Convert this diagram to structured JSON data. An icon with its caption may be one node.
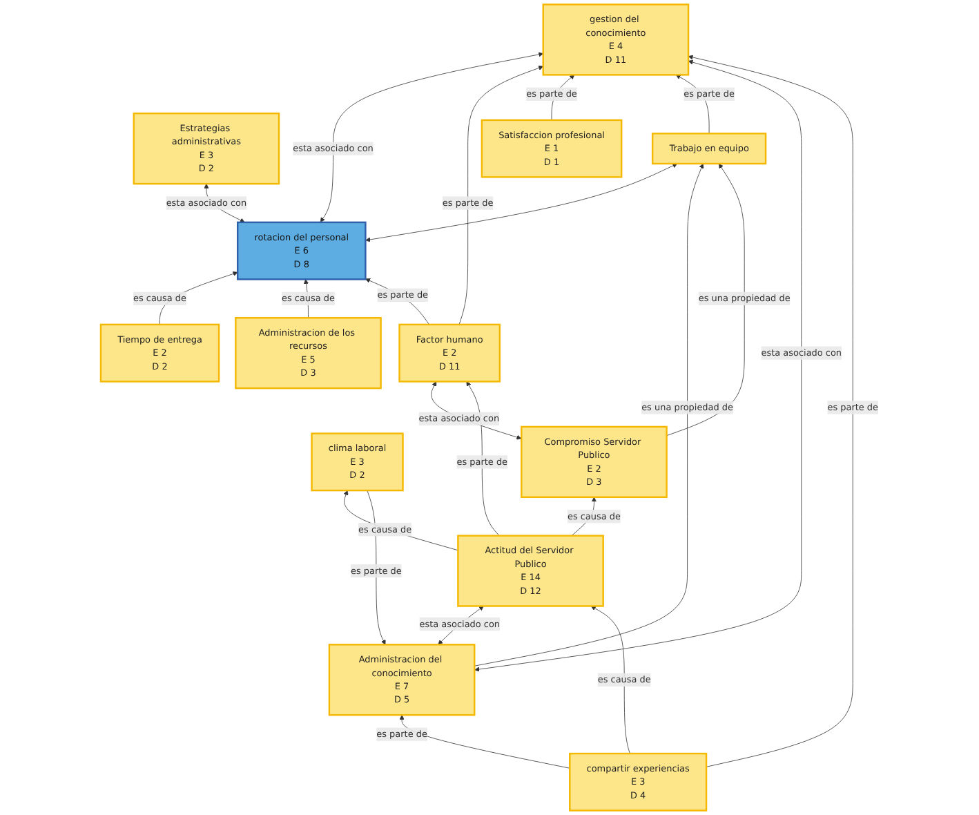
{
  "diagram": {
    "nodes": [
      {
        "text": [
          "rotacion del personal",
          "E 6",
          "D 8"
        ]
      },
      {
        "text": [
          "Tiempo de entrega",
          "E 2",
          "D 2"
        ]
      },
      {
        "text": [
          "Administracion de los recursos",
          "E 5",
          "D 3"
        ]
      },
      {
        "text": [
          "gestion del conocimiento",
          "E 4",
          "D 11"
        ]
      },
      {
        "text": [
          "Estrategias administrativas",
          "E 3",
          "D 2"
        ]
      },
      {
        "text": [
          "Satisfaccion profesional",
          "E 1",
          "D 1"
        ]
      },
      {
        "text": [
          "Trabajo en equipo"
        ]
      },
      {
        "text": [
          "Factor humano",
          "E 2",
          "D 11"
        ]
      },
      {
        "text": [
          "Administracion del conocimiento",
          "E 7",
          "D 5"
        ]
      },
      {
        "text": [
          "clima laboral",
          "E 3",
          "D 2"
        ]
      },
      {
        "text": [
          "Compromiso Servidor Publico",
          "E 2",
          "D 3"
        ]
      },
      {
        "text": [
          "Actitud del Servidor Publico",
          "E 14",
          "D 12"
        ]
      },
      {
        "text": [
          "compartir experiencias",
          "E 3",
          "D 4"
        ]
      }
    ],
    "edges": [
      {
        "from": 1,
        "to": 0,
        "arrow": "to",
        "label": "es causa de"
      },
      {
        "from": 2,
        "to": 0,
        "arrow": "to",
        "label": "es causa de"
      },
      {
        "from": 0,
        "to": 3,
        "arrow": "both",
        "label": "esta asociado con"
      },
      {
        "from": 0,
        "to": 4,
        "arrow": "both",
        "label": "esta asociado con"
      },
      {
        "from": 7,
        "to": 0,
        "arrow": "to",
        "label": "es parte de"
      },
      {
        "from": 7,
        "to": 3,
        "arrow": "to",
        "label": "es parte de"
      },
      {
        "from": 0,
        "to": 6,
        "arrow": "both"
      },
      {
        "from": 5,
        "to": 3,
        "arrow": "to",
        "label": "es parte de"
      },
      {
        "from": 6,
        "to": 3,
        "arrow": "to",
        "label": "es parte de"
      },
      {
        "from": 8,
        "to": 3,
        "arrow": "both",
        "label": "esta asociado con"
      },
      {
        "from": 8,
        "to": 6,
        "arrow": "to",
        "label": "es una propiedad de"
      },
      {
        "from": 9,
        "to": 8,
        "arrow": "to",
        "label": "es parte de"
      },
      {
        "from": 10,
        "to": 6,
        "arrow": "to",
        "label": "es una propiedad de"
      },
      {
        "from": 10,
        "to": 7,
        "arrow": "both",
        "label": "esta asociado con"
      },
      {
        "from": 11,
        "to": 9,
        "arrow": "to",
        "label": "es causa de"
      },
      {
        "from": 11,
        "to": 10,
        "arrow": "to",
        "label": "es causa de"
      },
      {
        "from": 11,
        "to": 7,
        "arrow": "to",
        "label": "es parte de"
      },
      {
        "from": 8,
        "to": 11,
        "arrow": "both",
        "label": "esta asociado con"
      },
      {
        "from": 12,
        "to": 8,
        "arrow": "to",
        "label": "es parte de"
      },
      {
        "from": 12,
        "to": 11,
        "arrow": "to",
        "label": "es causa de"
      },
      {
        "from": 12,
        "to": 3,
        "arrow": "to",
        "label": "es parte de"
      }
    ]
  }
}
